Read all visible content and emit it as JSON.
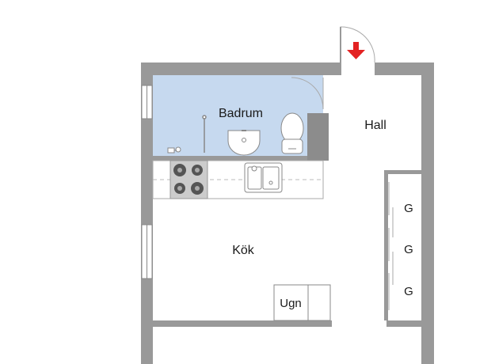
{
  "rooms": {
    "bathroom": "Badrum",
    "hall": "Hall",
    "kitchen": "Kök"
  },
  "appliances": {
    "oven": "Ugn"
  },
  "wardrobes": [
    "G",
    "G",
    "G"
  ],
  "colors": {
    "wall": "#999999",
    "wall_dark": "#8c8c8c",
    "bathroom_floor": "#c6d9ef",
    "entrance_arrow": "#e32222"
  },
  "icons": {
    "entrance": "down-arrow-icon"
  }
}
